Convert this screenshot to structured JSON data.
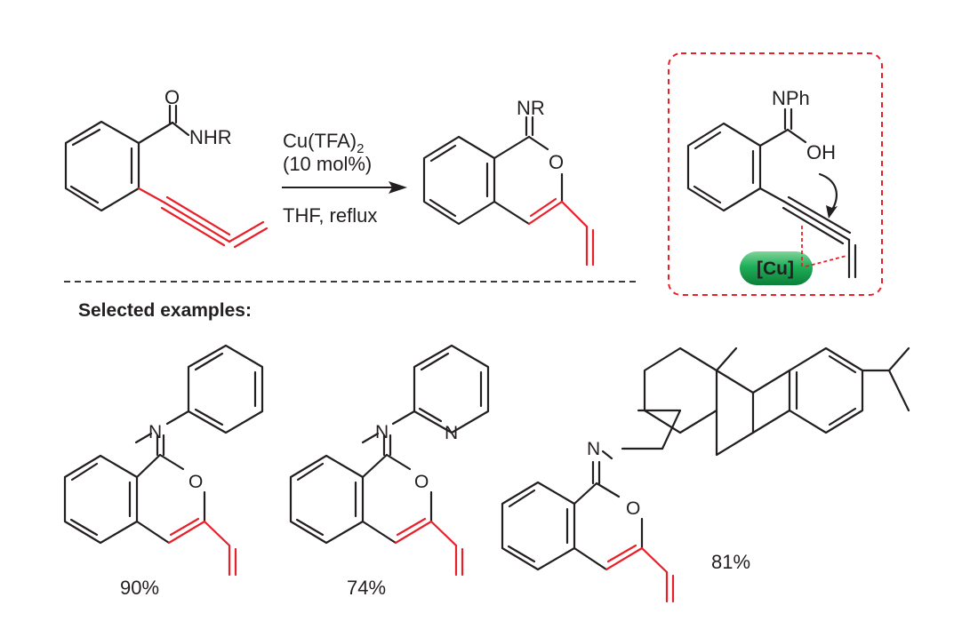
{
  "reaction": {
    "reagent_line1": "Cu(TFA)",
    "reagent_sub": "2",
    "reagent_line2": "(10 mol%)",
    "conditions": "THF, reflux"
  },
  "labels": {
    "amide_o": "O",
    "amide_nhr": "NHR",
    "product_nr": "NR",
    "product_o": "O",
    "mech_nph": "NPh",
    "mech_oh": "OH",
    "mech_cu": "[Cu]",
    "n": "N",
    "o": "O"
  },
  "section_title": "Selected examples:",
  "examples": [
    {
      "yield": "90%"
    },
    {
      "yield": "74%"
    },
    {
      "yield": "81%"
    }
  ],
  "colors": {
    "black_bond": "#231f20",
    "red_bond": "#e8202a",
    "cu_pill": "#12a04b",
    "dashed_box": "#e8202a"
  }
}
